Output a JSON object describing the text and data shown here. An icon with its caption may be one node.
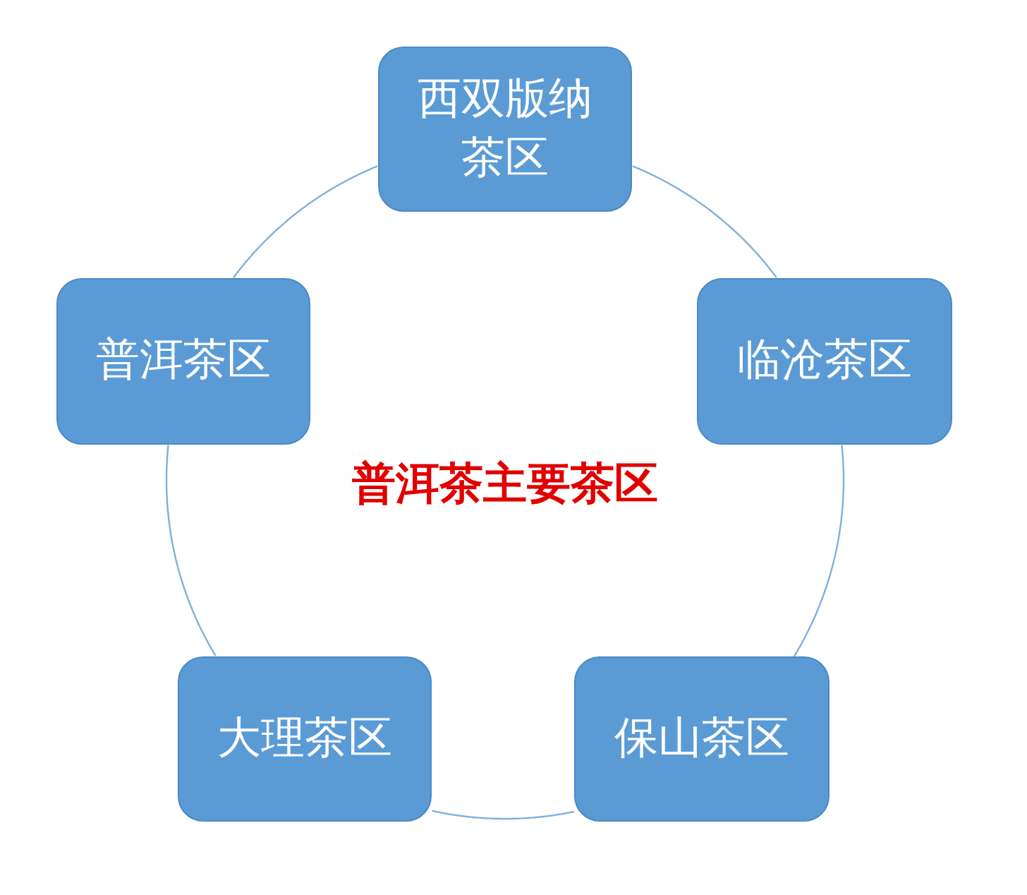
{
  "diagram": {
    "title": "普洱茶主要茶区",
    "nodes": [
      {
        "text": [
          "西双版纳茶区"
        ]
      },
      {
        "text": [
          "普洱茶区"
        ]
      },
      {
        "text": [
          "临沧茶区"
        ]
      },
      {
        "text": [
          "大理茶区"
        ]
      },
      {
        "text": [
          "保山茶区"
        ]
      }
    ],
    "edges": [
      {
        "from": 0,
        "to": 2,
        "arrow": "none"
      },
      {
        "from": 2,
        "to": 4,
        "arrow": "none"
      },
      {
        "from": 4,
        "to": 3,
        "arrow": "none"
      },
      {
        "from": 3,
        "to": 1,
        "arrow": "none"
      },
      {
        "from": 1,
        "to": 0,
        "arrow": "none"
      }
    ]
  }
}
